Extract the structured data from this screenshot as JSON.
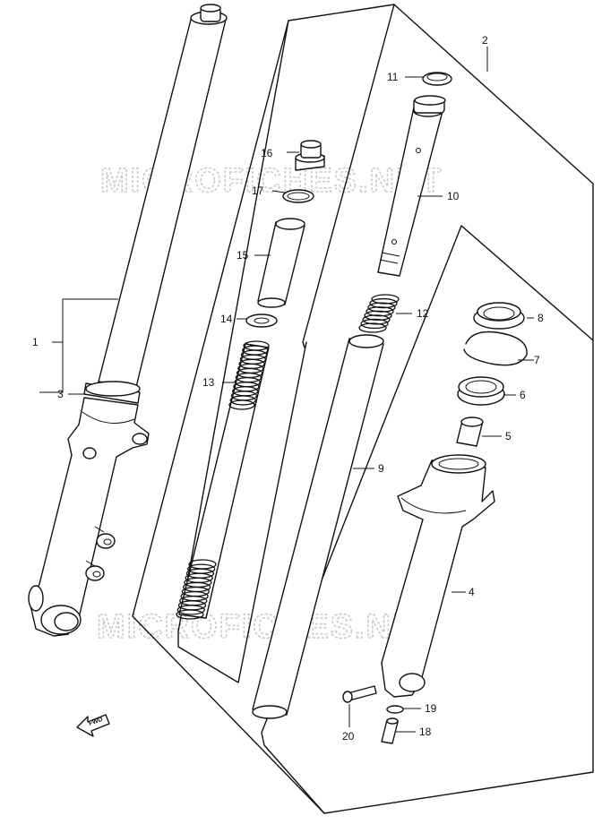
{
  "watermark": "MICROFICHES.NET",
  "fwd_label": "FWD",
  "callouts": {
    "c1": "1",
    "c2": "2",
    "c3": "3",
    "c4": "4",
    "c5": "5",
    "c6": "6",
    "c7": "7",
    "c8": "8",
    "c9": "9",
    "c10": "10",
    "c11": "11",
    "c12": "12",
    "c13": "13",
    "c14": "14",
    "c15": "15",
    "c16": "16",
    "c17": "17",
    "c18": "18",
    "c19": "19",
    "c20": "20"
  }
}
